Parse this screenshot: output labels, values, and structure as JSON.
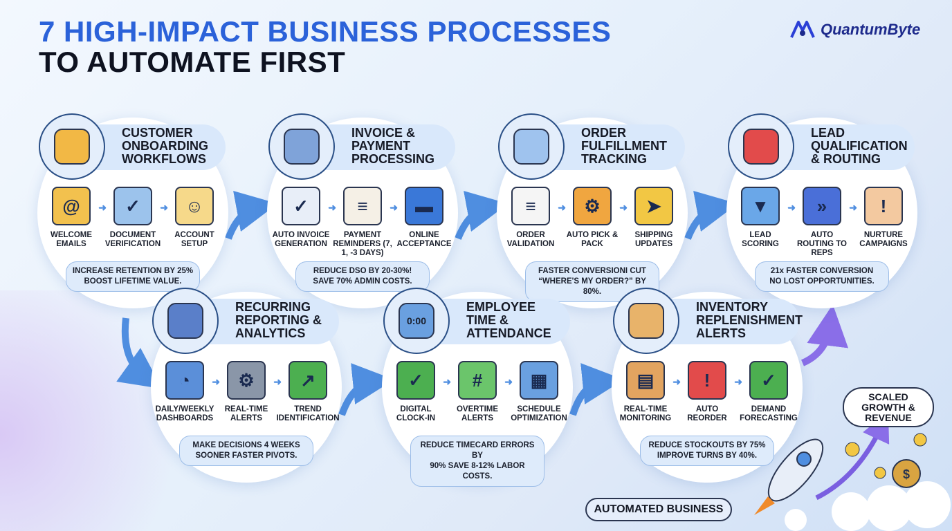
{
  "title": {
    "line1": "7 HIGH-IMPACT BUSINESS PROCESSES",
    "line2": "TO AUTOMATE FIRST"
  },
  "logo": {
    "text": "QuantumByte",
    "brand_color": "#1d2a8c"
  },
  "colors": {
    "accent": "#2b62d9",
    "arrow": "#4f8ee0",
    "pill": "#d9e8fb"
  },
  "processes": [
    {
      "title": [
        "CUSTOMER",
        "ONBOARDING",
        "WORKFLOWS"
      ],
      "icon": "robot-handshake-icon",
      "steps": [
        {
          "label": "WELCOME EMAILS",
          "icon": "envelope-icon"
        },
        {
          "label": "DOCUMENT VERIFICATION",
          "icon": "clipboard-checklist-icon"
        },
        {
          "label": "ACCOUNT SETUP",
          "icon": "user-avatar-icon"
        }
      ],
      "stat": [
        "INCREASE RETENTION BY 25%",
        "BOOST LIFETIME VALUE."
      ]
    },
    {
      "title": [
        "INVOICE &",
        "PAYMENT",
        "PROCESSING"
      ],
      "icon": "cash-register-icon",
      "steps": [
        {
          "label": "AUTO INVOICE GENERATION",
          "icon": "order-document-check-icon"
        },
        {
          "label": "PAYMENT REMINDERS (7, 1, -3 DAYS)",
          "icon": "scroll-icon"
        },
        {
          "label": "ONLINE ACCEPTANCE",
          "icon": "credit-card-icon"
        }
      ],
      "stat": [
        "REDUCE DSO BY 20-30%!",
        "SAVE 70% ADMIN COSTS."
      ]
    },
    {
      "title": [
        "ORDER",
        "FULFILLMENT",
        "TRACKING"
      ],
      "icon": "rocket-icon",
      "steps": [
        {
          "label": "ORDER VALIDATION",
          "icon": "receipt-icon"
        },
        {
          "label": "AUTO PICK & PACK",
          "icon": "robot-arm-icon"
        },
        {
          "label": "SHIPPING UPDATES",
          "icon": "delivery-truck-icon"
        }
      ],
      "stat": [
        "FASTER CONVERSIONI CUT",
        "“WHERE'S MY ORDER?” BY 80%."
      ]
    },
    {
      "title": [
        "LEAD",
        "QUALIFICATION",
        "& ROUTING"
      ],
      "icon": "magnet-icon",
      "steps": [
        {
          "label": "LEAD SCORING",
          "icon": "funnel-icon"
        },
        {
          "label": "AUTO ROUTING TO REPS",
          "icon": "chevrons-icon"
        },
        {
          "label": "NURTURE CAMPAIGNS",
          "icon": "sales-rep-bell-icon"
        }
      ],
      "stat": [
        "21x FASTER CONVERSION",
        "NO LOST OPPORTUNITIES."
      ]
    },
    {
      "title": [
        "RECURRING",
        "REPORTING &",
        "ANALYTICS"
      ],
      "icon": "dashboard-chart-icon",
      "steps": [
        {
          "label": "DAILY/WEEKLY DASHBOARDS",
          "icon": "dashboard-icon"
        },
        {
          "label": "REAL-TIME ALERTS",
          "icon": "gear-clock-icon"
        },
        {
          "label": "TREND IDENTIFICATION",
          "icon": "trend-chart-icon"
        }
      ],
      "stat": [
        "MAKE DECISIONS 4 WEEKS",
        "SOONER  FASTER PIVOTS."
      ]
    },
    {
      "title": [
        "EMPLOYEE",
        "TIME &",
        "ATTENDANCE"
      ],
      "icon": "digital-clock-icon",
      "clock_text": "0:00",
      "steps": [
        {
          "label": "DIGITAL CLOCK-IN",
          "icon": "phone-check-icon"
        },
        {
          "label": "OVERTIME ALERTS",
          "icon": "calculator-icon"
        },
        {
          "label": "SCHEDULE OPTIMIZATION",
          "icon": "calendar-icon"
        }
      ],
      "stat": [
        "REDUCE TIMECARD ERRORS BY",
        "90% SAVE 8-12% LABOR COSTS."
      ]
    },
    {
      "title": [
        "INVENTORY",
        "REPLENISHMENT",
        "ALERTS"
      ],
      "icon": "shelves-icon",
      "steps": [
        {
          "label": "REAL-TIME MONITORING",
          "icon": "warehouse-shelves-icon"
        },
        {
          "label": "AUTO REORDER",
          "icon": "alarm-siren-icon"
        },
        {
          "label": "DEMAND FORECASTING",
          "icon": "forecast-document-icon"
        }
      ],
      "stat": [
        "REDUCE STOCKOUTS BY 75%",
        "IMPROVE TURNS BY 40%."
      ]
    }
  ],
  "outcome": {
    "cloud": [
      "SCALED",
      "GROWTH &",
      "REVENUE"
    ],
    "start_label": "AUTOMATED BUSINESS"
  }
}
